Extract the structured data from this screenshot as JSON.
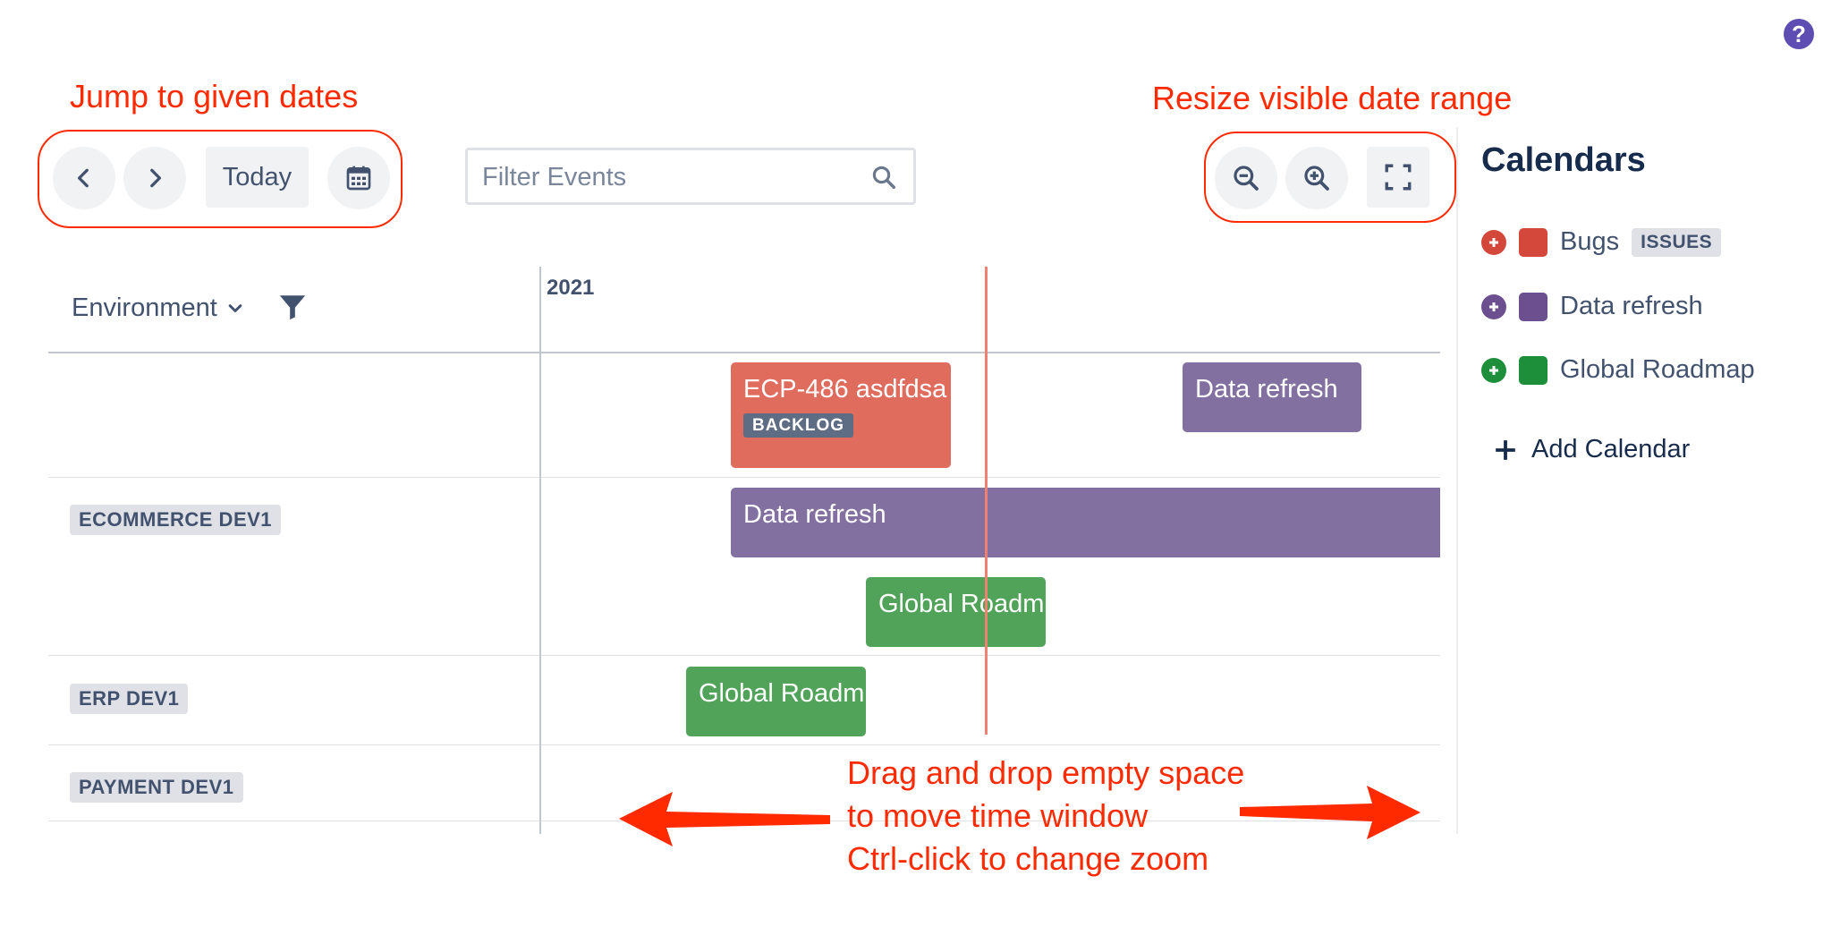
{
  "help": {
    "icon": "question-icon",
    "label": "?"
  },
  "annotations": {
    "jump": "Jump to given dates",
    "resize": "Resize visible date range",
    "drag_line1": "Drag and drop empty space",
    "drag_line2": "to move time window",
    "drag_line3": "Ctrl-click to change zoom"
  },
  "toolbar": {
    "today_label": "Today",
    "filter_placeholder": "Filter Events"
  },
  "timeline": {
    "group_by_label": "Environment",
    "year_label": "2021",
    "rows": [
      {
        "label": ""
      },
      {
        "label": "ECOMMERCE DEV1"
      },
      {
        "label": "ERP DEV1"
      },
      {
        "label": "PAYMENT DEV1"
      }
    ],
    "events": [
      {
        "title": "ECP-486 asdfdsa",
        "status": "BACKLOG",
        "color": "#e06c5e"
      },
      {
        "title": "Data refresh",
        "color": "#8270a1"
      },
      {
        "title": "Data refresh",
        "color": "#8270a1"
      },
      {
        "title": "Global Roadm",
        "color": "#52a35a"
      },
      {
        "title": "Global Roadm",
        "color": "#52a35a"
      }
    ]
  },
  "calendars": {
    "title": "Calendars",
    "items": [
      {
        "name": "Bugs",
        "badge": "ISSUES",
        "color": "#d4483b"
      },
      {
        "name": "Data refresh",
        "color": "#6b4f8e"
      },
      {
        "name": "Global Roadmap",
        "color": "#1d8f3a"
      }
    ],
    "add_label": "Add Calendar"
  },
  "colors": {
    "annotation": "#ff2a00",
    "now_line": "#f08070",
    "accent": "#5e4db2"
  }
}
